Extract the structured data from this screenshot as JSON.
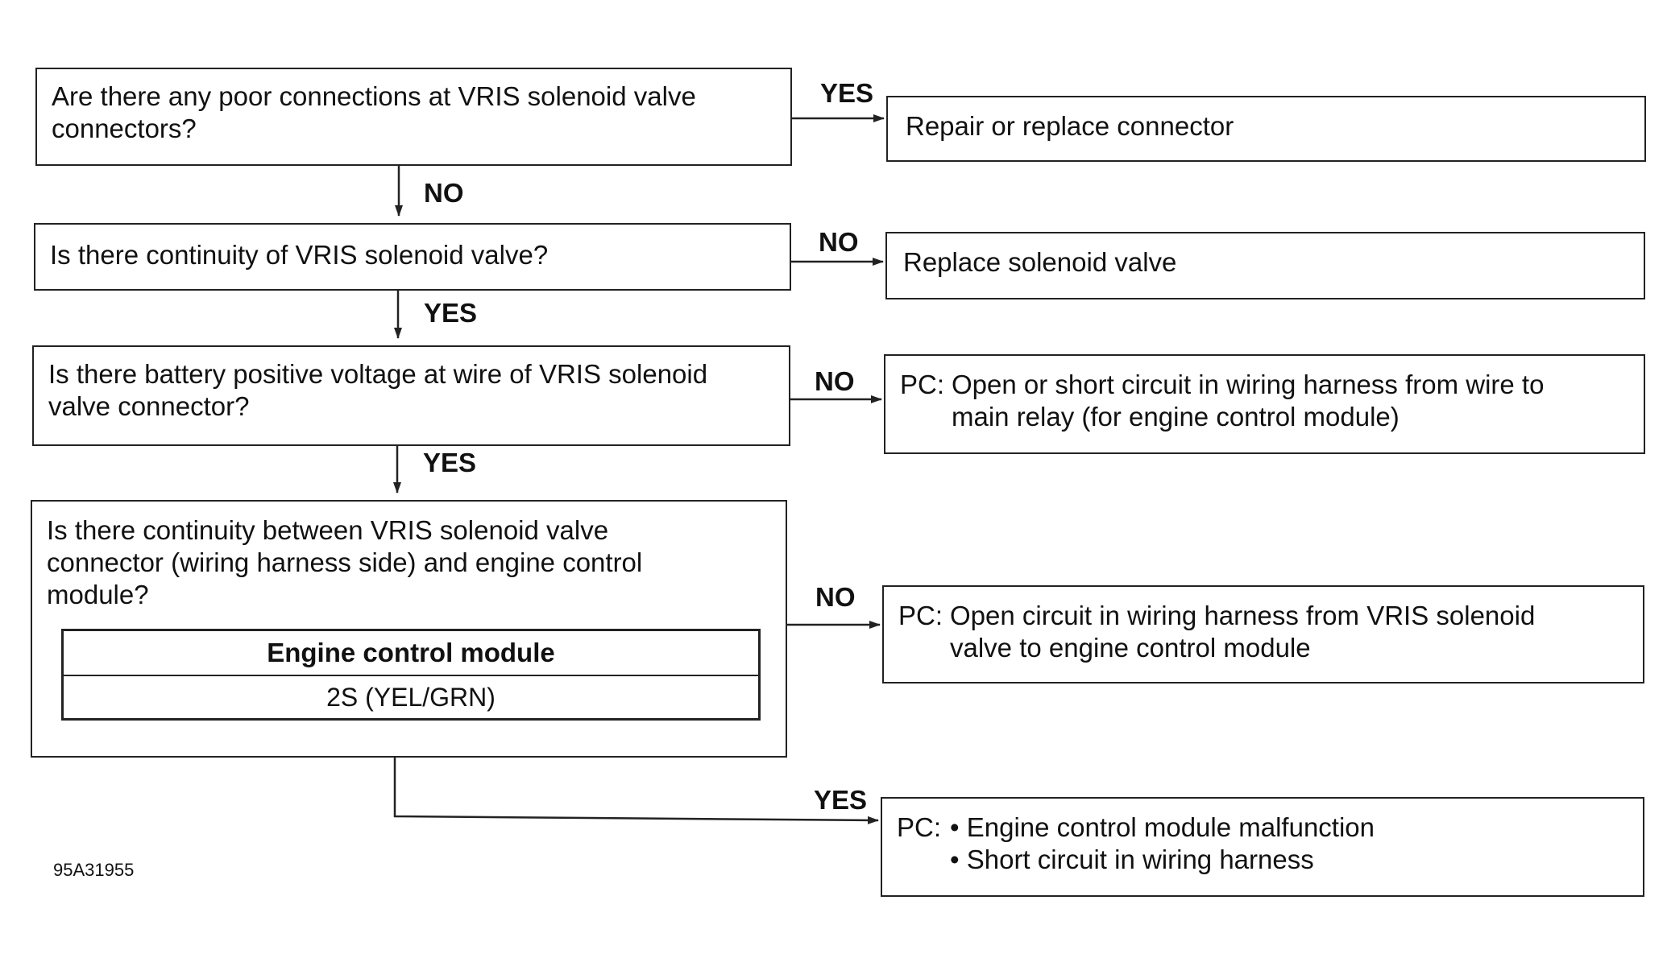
{
  "q1": {
    "lines": [
      "Are there any poor connections at VRIS solenoid valve",
      "connectors?"
    ]
  },
  "q2": {
    "lines": [
      "Is there continuity of VRIS solenoid valve?"
    ]
  },
  "q3": {
    "lines": [
      "Is there battery positive voltage at wire of VRIS solenoid",
      "valve connector?"
    ]
  },
  "q4": {
    "lines": [
      "Is there continuity between VRIS solenoid valve",
      "connector (wiring harness side) and engine control",
      "module?"
    ],
    "table_header": "Engine control module",
    "table_value": "2S  (YEL/GRN)"
  },
  "r1": {
    "text": "Repair or replace connector"
  },
  "r2": {
    "text": "Replace solenoid valve"
  },
  "r3": {
    "prefix": "PC:",
    "lines": [
      "Open or short circuit in wiring harness from wire to",
      "main relay (for engine control module)"
    ]
  },
  "r4": {
    "prefix": "PC:",
    "lines": [
      "Open circuit in wiring harness from VRIS solenoid",
      "valve to engine control module"
    ]
  },
  "r5": {
    "prefix": "PC:",
    "lines": [
      "• Engine control module malfunction",
      "• Short circuit in wiring harness"
    ]
  },
  "labels": {
    "q1_yes": "YES",
    "q1_no": "NO",
    "q2_no": "NO",
    "q2_yes": "YES",
    "q3_no": "NO",
    "q3_yes": "YES",
    "q4_no": "NO",
    "q4_yes": "YES"
  },
  "figure_code": "95A31955"
}
